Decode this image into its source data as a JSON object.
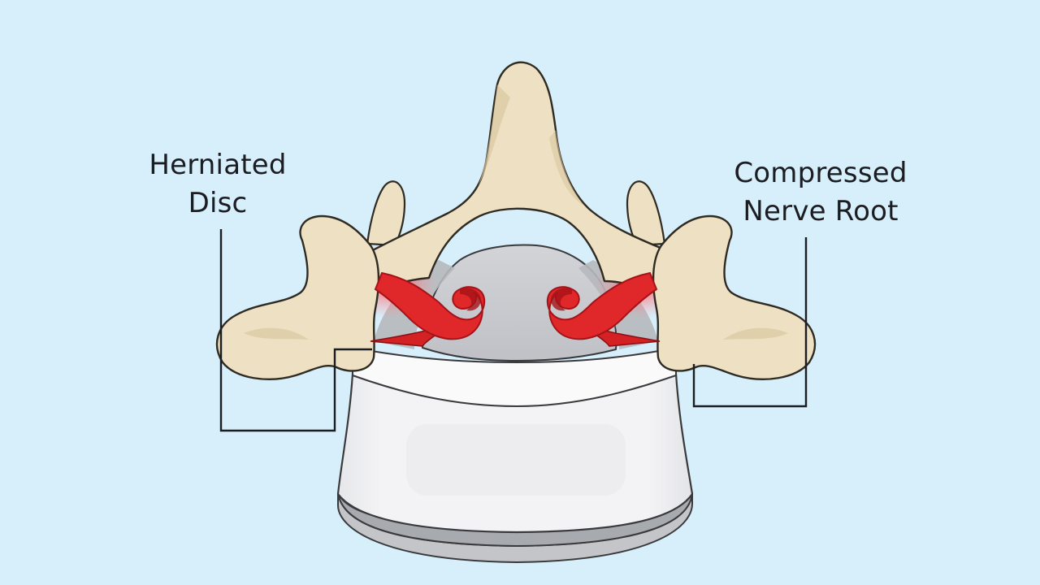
{
  "labels": {
    "herniated_disc": {
      "line1": "Herniated",
      "line2": "Disc"
    },
    "compressed_nerve_root": {
      "line1": "Compressed",
      "line2": "Nerve Root"
    }
  },
  "colors": {
    "background": "#d6effa",
    "bone_fill": "#ede0c3",
    "bone_shadow": "#d3c19a",
    "bone_outline": "#2f2a22",
    "disc_white": "#f5f5f6",
    "disc_grey": "#c3c5c9",
    "disc_dark": "#a7aaaf",
    "nerve_red": "#e0272a",
    "nerve_dark": "#a51318",
    "inflammation_glow": "#ff4e55",
    "callout_line": "#1b1d22",
    "label_text": "#1b1d22"
  }
}
